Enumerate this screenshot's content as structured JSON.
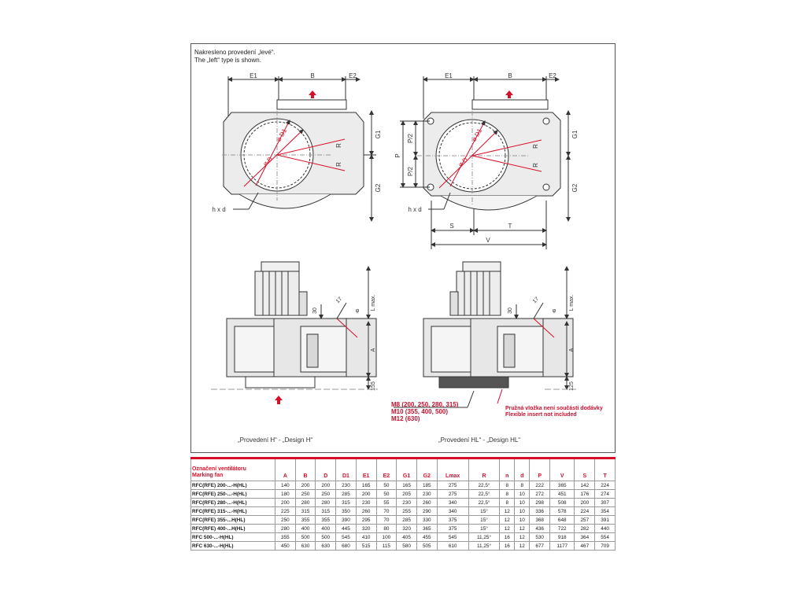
{
  "note": {
    "cz": "Nakresleno provedení „levé“.",
    "en": "The „left“ type is shown."
  },
  "labels": {
    "E1": "E1",
    "B": "B",
    "E2": "E2",
    "G1": "G1",
    "G2": "G2",
    "P": "P",
    "P2": "P/2",
    "R": "R",
    "S": "S",
    "T": "T",
    "V": "V",
    "D1": "ø D1",
    "D": "ø D",
    "hxd": "h x d",
    "A": "A",
    "L": "L max.",
    "h155": "155",
    "h125": "125",
    "v30": "30",
    "v17": "17",
    "vphi": "φ"
  },
  "captions": {
    "design_h": "„Provedení H“ - „Design H“",
    "design_hl": "„Provedení HL“ - „Design HL“"
  },
  "bolts": [
    "M8 (200, 250, 280, 315)",
    "M10 (355, 400, 500)",
    "M12 (630)"
  ],
  "flex_note": [
    "Pružná vložka není součástí dodávky",
    "Flexible insert not included"
  ],
  "colors": {
    "accent": "#d7102a",
    "line": "#333333",
    "body": "#e6e6e6"
  },
  "table": {
    "header": [
      "Označení ventilátoru",
      "Marking fan",
      "A",
      "B",
      "D",
      "D1",
      "E1",
      "E2",
      "G1",
      "G2",
      "Lmax",
      "R",
      "n",
      "d",
      "P",
      "V",
      "S",
      "T"
    ],
    "rows": [
      [
        "RFC(RFE) 200-...-H(HL)",
        "140",
        "200",
        "200",
        "230",
        "165",
        "50",
        "165",
        "185",
        "275",
        "22,5°",
        "8",
        "8",
        "222",
        "365",
        "142",
        "224"
      ],
      [
        "RFC(RFE) 250-...-H(HL)",
        "180",
        "250",
        "250",
        "285",
        "200",
        "50",
        "205",
        "230",
        "275",
        "22,5°",
        "8",
        "10",
        "272",
        "451",
        "176",
        "274"
      ],
      [
        "RFC(RFE) 280-...-H(HL)",
        "200",
        "280",
        "280",
        "315",
        "230",
        "55",
        "230",
        "260",
        "340",
        "22,5°",
        "8",
        "10",
        "298",
        "508",
        "200",
        "307"
      ],
      [
        "RFC(RFE) 315-...-H(HL)",
        "225",
        "315",
        "315",
        "350",
        "260",
        "70",
        "255",
        "290",
        "340",
        "15°",
        "12",
        "10",
        "336",
        "578",
        "224",
        "354"
      ],
      [
        "RFC(RFE) 355-...H(HL)",
        "250",
        "355",
        "355",
        "390",
        "295",
        "70",
        "285",
        "330",
        "375",
        "15°",
        "12",
        "10",
        "368",
        "648",
        "257",
        "391"
      ],
      [
        "RFC(RFE) 400-...H(HL)",
        "280",
        "400",
        "400",
        "445",
        "320",
        "80",
        "320",
        "365",
        "375",
        "15°",
        "12",
        "12",
        "436",
        "722",
        "282",
        "440"
      ],
      [
        "RFC 500-...-H(HL)",
        "355",
        "500",
        "500",
        "545",
        "410",
        "100",
        "405",
        "455",
        "545",
        "11,25°",
        "16",
        "12",
        "530",
        "918",
        "364",
        "554"
      ],
      [
        "RFC 630-...-H(HL)",
        "450",
        "630",
        "630",
        "680",
        "515",
        "115",
        "580",
        "505",
        "610",
        "11,25°",
        "16",
        "12",
        "677",
        "1177",
        "467",
        "709"
      ]
    ]
  }
}
